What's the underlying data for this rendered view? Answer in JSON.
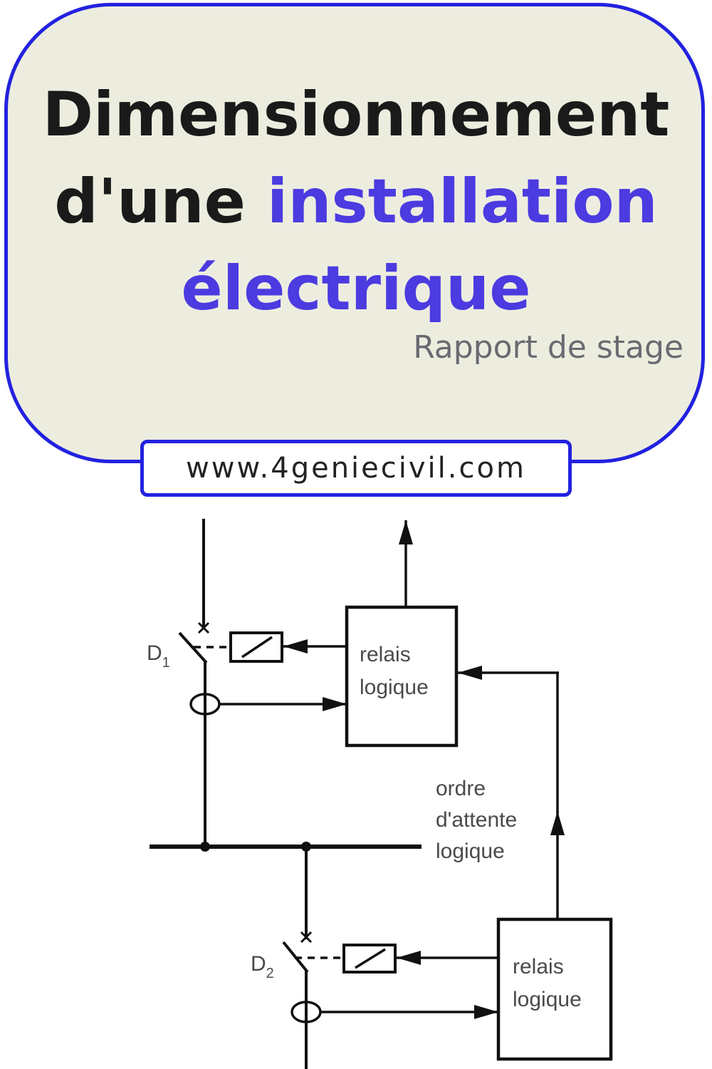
{
  "header": {
    "title_line1": "Dimensionnement",
    "title_line2_plain": "d'une ",
    "title_line2_accent": "installation",
    "title_line3_accent": "électrique",
    "subtitle": "Rapport de stage",
    "website": "www.4geniecivil.com"
  },
  "diagram": {
    "breaker_top": {
      "label": "D",
      "subscript": "1"
    },
    "breaker_bottom": {
      "label": "D",
      "subscript": "2"
    },
    "relay_top": {
      "line1": "relais",
      "line2": "logique"
    },
    "relay_bottom": {
      "line1": "relais",
      "line2": "logique"
    },
    "wait_order": {
      "line1": "ordre",
      "line2": "d'attente",
      "line3": "logique"
    }
  },
  "colors": {
    "card_background": "#ededdf",
    "card_border": "#2222e0",
    "accent_text": "#4b3be0",
    "line": "#111111"
  }
}
